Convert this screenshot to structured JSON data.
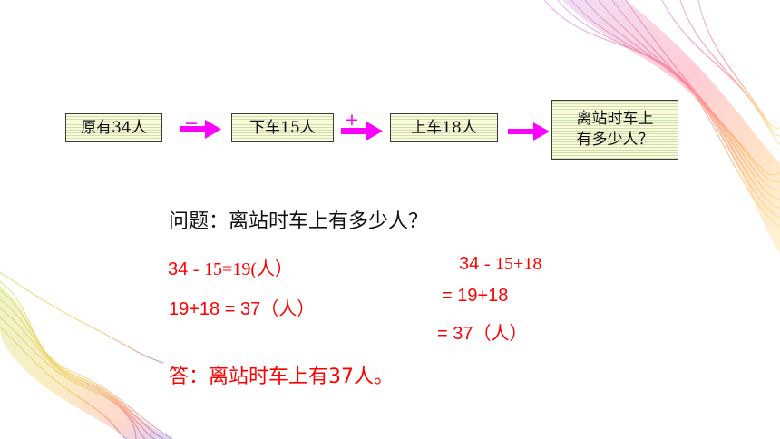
{
  "flow": {
    "box1": "原有34人",
    "op1": "−",
    "box2": "下车15人",
    "op2": "+",
    "box3": "上车18人",
    "box4_line1": "离站时车上",
    "box4_line2": "有多少人？"
  },
  "question": "问题：离站时车上有多少人？",
  "method1": {
    "line1_a": "34",
    "line1_b": "-",
    "line1_c": "15=19(人）",
    "line2": "19+18 = 37（人）"
  },
  "method2": {
    "line1_a": "34",
    "line1_b": "-",
    "line1_c": "15+18",
    "line2": "= 19+18",
    "line3": "= 37（人）"
  },
  "answer": "答：离站时车上有37人。",
  "colors": {
    "arrow": "#ff00ff",
    "calc_text": "#ff0000",
    "box_fill": "#fbfbdc"
  }
}
